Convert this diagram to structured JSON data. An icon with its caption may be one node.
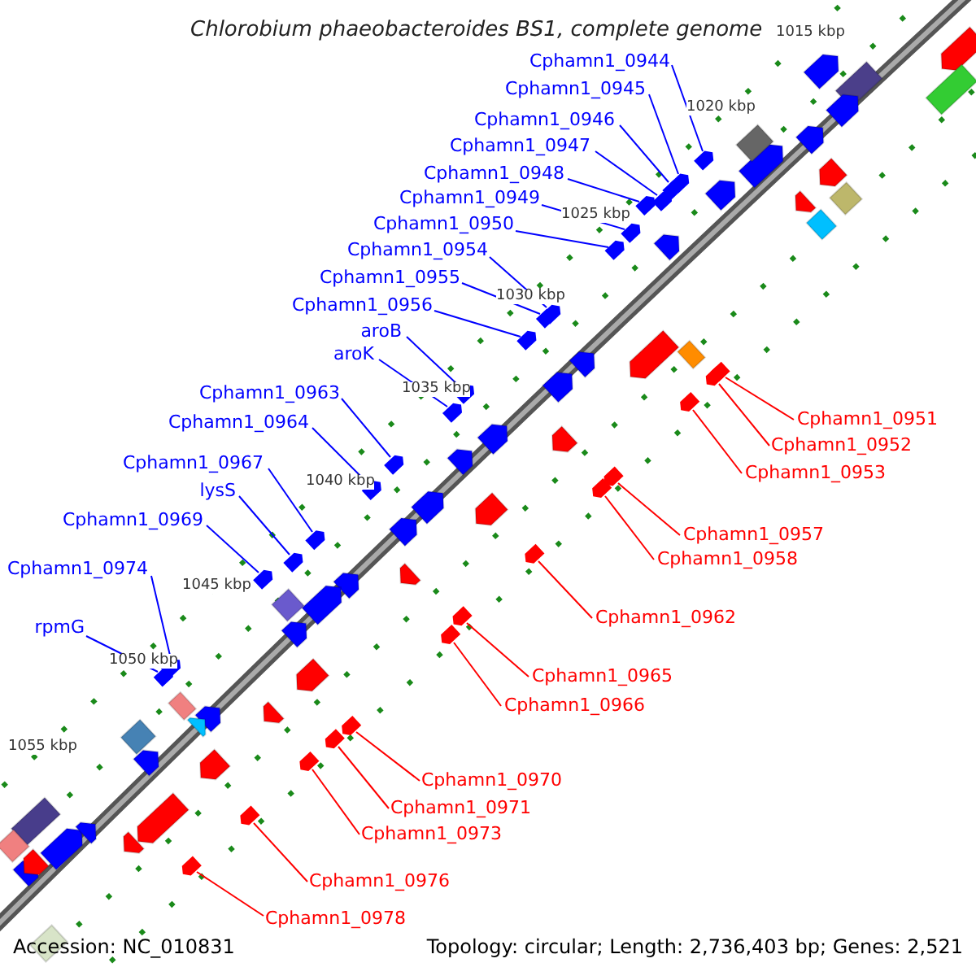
{
  "diagram": {
    "title": "Chlorobium phaeobacteroides BS1, complete genome",
    "nodes": [
      {
        "text": [
          "Cphamn1_0944"
        ]
      },
      {
        "text": [
          "Cphamn1_0945"
        ]
      },
      {
        "text": [
          "Cphamn1_0946"
        ]
      },
      {
        "text": [
          "Cphamn1_0947"
        ]
      },
      {
        "text": [
          "Cphamn1_0948"
        ]
      },
      {
        "text": [
          "Cphamn1_0949"
        ]
      },
      {
        "text": [
          "Cphamn1_0950"
        ]
      },
      {
        "text": [
          "Cphamn1_0954"
        ]
      },
      {
        "text": [
          "Cphamn1_0955"
        ]
      },
      {
        "text": [
          "Cphamn1_0956"
        ]
      },
      {
        "text": [
          "aroB"
        ]
      },
      {
        "text": [
          "aroK"
        ]
      },
      {
        "text": [
          "Cphamn1_0963"
        ]
      },
      {
        "text": [
          "Cphamn1_0951"
        ]
      },
      {
        "text": [
          "Cphamn1_0964"
        ]
      },
      {
        "text": [
          "Cphamn1_0952"
        ]
      },
      {
        "text": [
          "Cphamn1_0967"
        ]
      },
      {
        "text": [
          "Cphamn1_0953"
        ]
      },
      {
        "text": [
          "lysS"
        ]
      },
      {
        "text": [
          "Cphamn1_0969"
        ]
      },
      {
        "text": [
          "Cphamn1_0957"
        ]
      },
      {
        "text": [
          "Cphamn1_0958"
        ]
      },
      {
        "text": [
          "Cphamn1_0974"
        ]
      },
      {
        "text": [
          "Cphamn1_0962"
        ]
      },
      {
        "text": [
          "rpmG"
        ]
      },
      {
        "text": [
          "Cphamn1_0965"
        ]
      },
      {
        "text": [
          "Cphamn1_0966"
        ]
      },
      {
        "text": [
          "Cphamn1_0970"
        ]
      },
      {
        "text": [
          "Cphamn1_0971"
        ]
      },
      {
        "text": [
          "Cphamn1_0973"
        ]
      },
      {
        "text": [
          "Cphamn1_0976"
        ]
      },
      {
        "text": [
          "Cphamn1_0978"
        ]
      },
      {
        "text": [],
        "shape": "box"
      },
      {
        "text": [],
        "shape": "box"
      },
      {
        "text": [],
        "shape": "box"
      },
      {
        "text": [],
        "shape": "box"
      },
      {
        "text": [],
        "shape": "box"
      },
      {
        "text": [],
        "shape": "box"
      },
      {
        "text": [],
        "shape": "box"
      },
      {
        "text": [],
        "shape": "box"
      },
      {
        "text": [],
        "shape": "box"
      },
      {
        "text": [],
        "shape": "box"
      },
      {
        "text": [],
        "shape": "box"
      },
      {
        "text": [],
        "shape": "box"
      },
      {
        "text": [],
        "shape": "box"
      },
      {
        "text": [],
        "shape": "box"
      },
      {
        "text": [],
        "shape": "box"
      },
      {
        "text": [],
        "shape": "box"
      },
      {
        "text": [],
        "shape": "box"
      },
      {
        "text": [],
        "shape": "box"
      },
      {
        "text": [],
        "shape": "box"
      },
      {
        "text": [],
        "shape": "box"
      },
      {
        "text": [],
        "shape": "box"
      },
      {
        "text": [],
        "shape": "box"
      },
      {
        "text": [],
        "shape": "box"
      },
      {
        "text": [],
        "shape": "box"
      },
      {
        "text": [],
        "shape": "box"
      },
      {
        "text": [],
        "shape": "box"
      },
      {
        "text": [],
        "shape": "box"
      },
      {
        "text": [],
        "shape": "box"
      },
      {
        "text": [],
        "shape": "box"
      },
      {
        "text": [],
        "shape": "box"
      },
      {
        "text": [],
        "shape": "box"
      },
      {
        "text": [],
        "shape": "box"
      }
    ],
    "edges": [
      {
        "from": 0,
        "to": 32,
        "arrow": "none"
      },
      {
        "from": 1,
        "to": 33,
        "arrow": "none"
      },
      {
        "from": 2,
        "to": 34,
        "arrow": "none"
      },
      {
        "from": 3,
        "to": 35,
        "arrow": "none"
      },
      {
        "from": 4,
        "to": 36,
        "arrow": "none"
      },
      {
        "from": 5,
        "to": 37,
        "arrow": "none"
      },
      {
        "from": 6,
        "to": 38,
        "arrow": "none"
      },
      {
        "from": 7,
        "to": 39,
        "arrow": "none"
      },
      {
        "from": 8,
        "to": 40,
        "arrow": "none"
      },
      {
        "from": 9,
        "to": 41,
        "arrow": "none"
      },
      {
        "from": 10,
        "to": 42,
        "arrow": "none"
      },
      {
        "from": 11,
        "to": 43,
        "arrow": "none"
      },
      {
        "from": 12,
        "to": 44,
        "arrow": "none"
      },
      {
        "from": 13,
        "to": 45,
        "arrow": "none",
        "color": "#ff0000"
      },
      {
        "from": 14,
        "to": 46,
        "arrow": "none"
      },
      {
        "from": 15,
        "to": 47,
        "arrow": "none",
        "color": "#ff0000"
      },
      {
        "from": 16,
        "to": 48,
        "arrow": "none"
      },
      {
        "from": 17,
        "to": 49,
        "arrow": "none",
        "color": "#ff0000"
      },
      {
        "from": 18,
        "to": 50,
        "arrow": "none"
      },
      {
        "from": 19,
        "to": 51,
        "arrow": "none"
      },
      {
        "from": 20,
        "to": 52,
        "arrow": "none",
        "color": "#ff0000"
      },
      {
        "from": 21,
        "to": 53,
        "arrow": "none",
        "color": "#ff0000"
      },
      {
        "from": 22,
        "to": 54,
        "arrow": "none"
      },
      {
        "from": 23,
        "to": 55,
        "arrow": "none",
        "color": "#ff0000"
      },
      {
        "from": 24,
        "to": 56,
        "arrow": "none"
      },
      {
        "from": 25,
        "to": 57,
        "arrow": "none",
        "color": "#ff0000"
      },
      {
        "from": 26,
        "to": 58,
        "arrow": "none",
        "color": "#ff0000"
      },
      {
        "from": 27,
        "to": 59,
        "arrow": "none",
        "color": "#ff0000"
      },
      {
        "from": 28,
        "to": 60,
        "arrow": "none",
        "color": "#ff0000"
      },
      {
        "from": 29,
        "to": 61,
        "arrow": "none",
        "color": "#ff0000"
      },
      {
        "from": 30,
        "to": 62,
        "arrow": "none",
        "color": "#ff0000"
      },
      {
        "from": 31,
        "to": 63,
        "arrow": "none",
        "color": "#ff0000"
      }
    ],
    "labels": [
      "1015 kbp",
      "1020 kbp",
      "1025 kbp",
      "1030 kbp",
      "1035 kbp",
      "1040 kbp",
      "1045 kbp",
      "1050 kbp",
      "1055 kbp",
      "Accession: NC_010831",
      "Topology: circular; Length: 2,736,403 bp; Genes: 2,521"
    ]
  }
}
